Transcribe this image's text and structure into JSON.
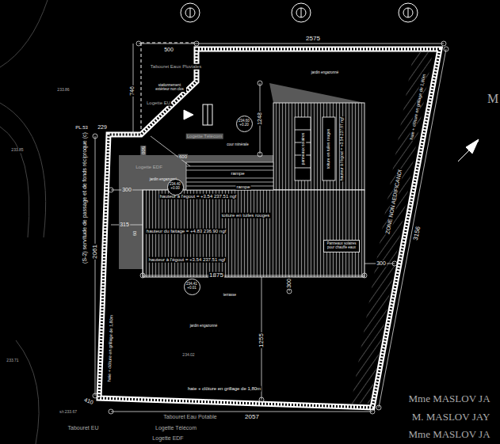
{
  "diagram": {
    "nodes": [
      {
        "text": [
          "234.60",
          "+0.20"
        ]
      },
      {
        "text": [
          "234.40",
          "+0.00"
        ]
      },
      {
        "text": [
          "234.41",
          "+0.01"
        ]
      },
      {
        "text": [
          "Panneaux solaires pour chauffe eaux"
        ]
      }
    ],
    "labels": [
      "2575",
      "500",
      "746",
      "229",
      "PL.53",
      "Tabouret Eaux Pluviales",
      "stationnement extérieur non clos",
      "Logette EU",
      "Logette Télécom",
      "Logette EDF",
      "500",
      "600",
      "1248",
      "cour minérale",
      "jardin engazonné",
      "jardin engazonné",
      "rampe",
      "rampe",
      "300",
      "hauteur à l'égout = +3.54 237.51 ngf",
      "toiture en tuiles rouges",
      "315",
      "60",
      "hauteur du faitage = +4.83 236.90 ngf",
      "hauteur à l'égout = +3.54 237.51 ngf",
      "300",
      "1875",
      "300",
      "terrasse",
      "jardin engazonné",
      "234.02",
      "1255",
      "2061",
      "(S-2) servitude de passage et de fonds réciproque (c)",
      "haie + clôture en grillage de 1,80m",
      "haie + clôture en grillage de 1,80m",
      "haie + clôture en grillage de 1,80m",
      "ZONE NON AEDIFICANDI",
      "3156",
      "2057",
      "410",
      "Tabouret Eau Potable",
      "Logette Télécom",
      "Logette EDF",
      "Tabouret EU",
      "M",
      "Mme MASLOV JA",
      "M. MASLOV JAY",
      "Mme MASLOV JA",
      "233.86",
      "233.85",
      "233.71",
      "s/r.233.67",
      "panneaux solaires",
      "toiture en tuiles rouges",
      "hauteur à l'égout = +3.54 237.97 ngf"
    ]
  }
}
